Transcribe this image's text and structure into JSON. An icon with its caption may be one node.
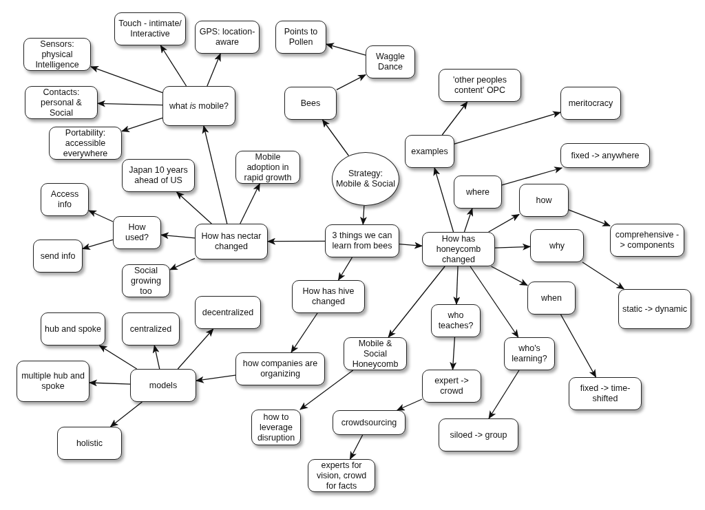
{
  "diagram": {
    "nodes": [
      {
        "text": [
          "Strategy: Mobile & Social"
        ]
      },
      {
        "text": [
          "Bees"
        ]
      },
      {
        "text": [
          "Waggle Dance"
        ]
      },
      {
        "text": [
          "Points to Pollen"
        ]
      },
      {
        "text": [
          "3 things we can learn from bees"
        ]
      },
      {
        "text": [
          "How has nectar changed"
        ]
      },
      {
        "text": [
          "what *is* mobile?"
        ]
      },
      {
        "text": [
          "Touch - intimate/ Interactive"
        ]
      },
      {
        "text": [
          "GPS: location-aware"
        ]
      },
      {
        "text": [
          "Sensors: physical Intelligence"
        ]
      },
      {
        "text": [
          "Contacts: personal & Social"
        ]
      },
      {
        "text": [
          "Portability: accessible everywhere"
        ]
      },
      {
        "text": [
          "Japan 10 years ahead of US"
        ]
      },
      {
        "text": [
          "Mobile adoption in rapid growth"
        ]
      },
      {
        "text": [
          "How used?"
        ]
      },
      {
        "text": [
          "Access info"
        ]
      },
      {
        "text": [
          "send info"
        ]
      },
      {
        "text": [
          "Social growing too"
        ]
      },
      {
        "text": [
          "How has hive changed"
        ]
      },
      {
        "text": [
          "how companies are organizing"
        ]
      },
      {
        "text": [
          "models"
        ]
      },
      {
        "text": [
          "hub and spoke"
        ]
      },
      {
        "text": [
          "centralized"
        ]
      },
      {
        "text": [
          "decentralized"
        ]
      },
      {
        "text": [
          "multiple hub and spoke"
        ]
      },
      {
        "text": [
          "holistic"
        ]
      },
      {
        "text": [
          "how to leverage disruption"
        ]
      },
      {
        "text": [
          "How has honeycomb changed"
        ]
      },
      {
        "text": [
          "examples"
        ]
      },
      {
        "text": [
          "'other peoples content' OPC"
        ]
      },
      {
        "text": [
          "meritocracy"
        ]
      },
      {
        "text": [
          "where"
        ]
      },
      {
        "text": [
          "fixed -> anywhere"
        ]
      },
      {
        "text": [
          "how"
        ]
      },
      {
        "text": [
          "comprehensive -> components"
        ]
      },
      {
        "text": [
          "why"
        ]
      },
      {
        "text": [
          "static -> dynamic"
        ]
      },
      {
        "text": [
          "when"
        ]
      },
      {
        "text": [
          "fixed -> time-shifted"
        ]
      },
      {
        "text": [
          "Mobile & Social Honeycomb"
        ]
      },
      {
        "text": [
          "who teaches?"
        ]
      },
      {
        "text": [
          "who's learning?"
        ]
      },
      {
        "text": [
          "expert -> crowd"
        ]
      },
      {
        "text": [
          "crowdsourcing"
        ]
      },
      {
        "text": [
          "siloed -> group"
        ]
      },
      {
        "text": [
          "experts for vision, crowd for facts"
        ]
      }
    ],
    "edges": [
      {
        "from": 0,
        "to": 1,
        "arrow": "to"
      },
      {
        "from": 1,
        "to": 2,
        "arrow": "to"
      },
      {
        "from": 2,
        "to": 3,
        "arrow": "to"
      },
      {
        "from": 0,
        "to": 4,
        "arrow": "to"
      },
      {
        "from": 4,
        "to": 5,
        "arrow": "to"
      },
      {
        "from": 4,
        "to": 27,
        "arrow": "to"
      },
      {
        "from": 4,
        "to": 18,
        "arrow": "to"
      },
      {
        "from": 5,
        "to": 6,
        "arrow": "to"
      },
      {
        "from": 6,
        "to": 7,
        "arrow": "to"
      },
      {
        "from": 6,
        "to": 8,
        "arrow": "to"
      },
      {
        "from": 6,
        "to": 9,
        "arrow": "to"
      },
      {
        "from": 6,
        "to": 10,
        "arrow": "to"
      },
      {
        "from": 6,
        "to": 11,
        "arrow": "to"
      },
      {
        "from": 5,
        "to": 12,
        "arrow": "to"
      },
      {
        "from": 5,
        "to": 13,
        "arrow": "to"
      },
      {
        "from": 5,
        "to": 14,
        "arrow": "to"
      },
      {
        "from": 14,
        "to": 15,
        "arrow": "to"
      },
      {
        "from": 14,
        "to": 16,
        "arrow": "to"
      },
      {
        "from": 5,
        "to": 17,
        "arrow": "to"
      },
      {
        "from": 18,
        "to": 19,
        "arrow": "to"
      },
      {
        "from": 19,
        "to": 20,
        "arrow": "to"
      },
      {
        "from": 20,
        "to": 21,
        "arrow": "to"
      },
      {
        "from": 20,
        "to": 22,
        "arrow": "to"
      },
      {
        "from": 20,
        "to": 23,
        "arrow": "to"
      },
      {
        "from": 20,
        "to": 24,
        "arrow": "to"
      },
      {
        "from": 20,
        "to": 25,
        "arrow": "to"
      },
      {
        "from": 39,
        "to": 26,
        "arrow": "to"
      },
      {
        "from": 27,
        "to": 28,
        "arrow": "to"
      },
      {
        "from": 28,
        "to": 29,
        "arrow": "to"
      },
      {
        "from": 28,
        "to": 30,
        "arrow": "to"
      },
      {
        "from": 27,
        "to": 31,
        "arrow": "to"
      },
      {
        "from": 31,
        "to": 32,
        "arrow": "to"
      },
      {
        "from": 27,
        "to": 33,
        "arrow": "to"
      },
      {
        "from": 33,
        "to": 34,
        "arrow": "to"
      },
      {
        "from": 27,
        "to": 35,
        "arrow": "to"
      },
      {
        "from": 35,
        "to": 36,
        "arrow": "to"
      },
      {
        "from": 27,
        "to": 37,
        "arrow": "to"
      },
      {
        "from": 37,
        "to": 38,
        "arrow": "to"
      },
      {
        "from": 27,
        "to": 39,
        "arrow": "to"
      },
      {
        "from": 27,
        "to": 40,
        "arrow": "to"
      },
      {
        "from": 27,
        "to": 41,
        "arrow": "to"
      },
      {
        "from": 40,
        "to": 42,
        "arrow": "to"
      },
      {
        "from": 42,
        "to": 43,
        "arrow": "to"
      },
      {
        "from": 43,
        "to": 45,
        "arrow": "to"
      },
      {
        "from": 41,
        "to": 44,
        "arrow": "to"
      }
    ]
  }
}
